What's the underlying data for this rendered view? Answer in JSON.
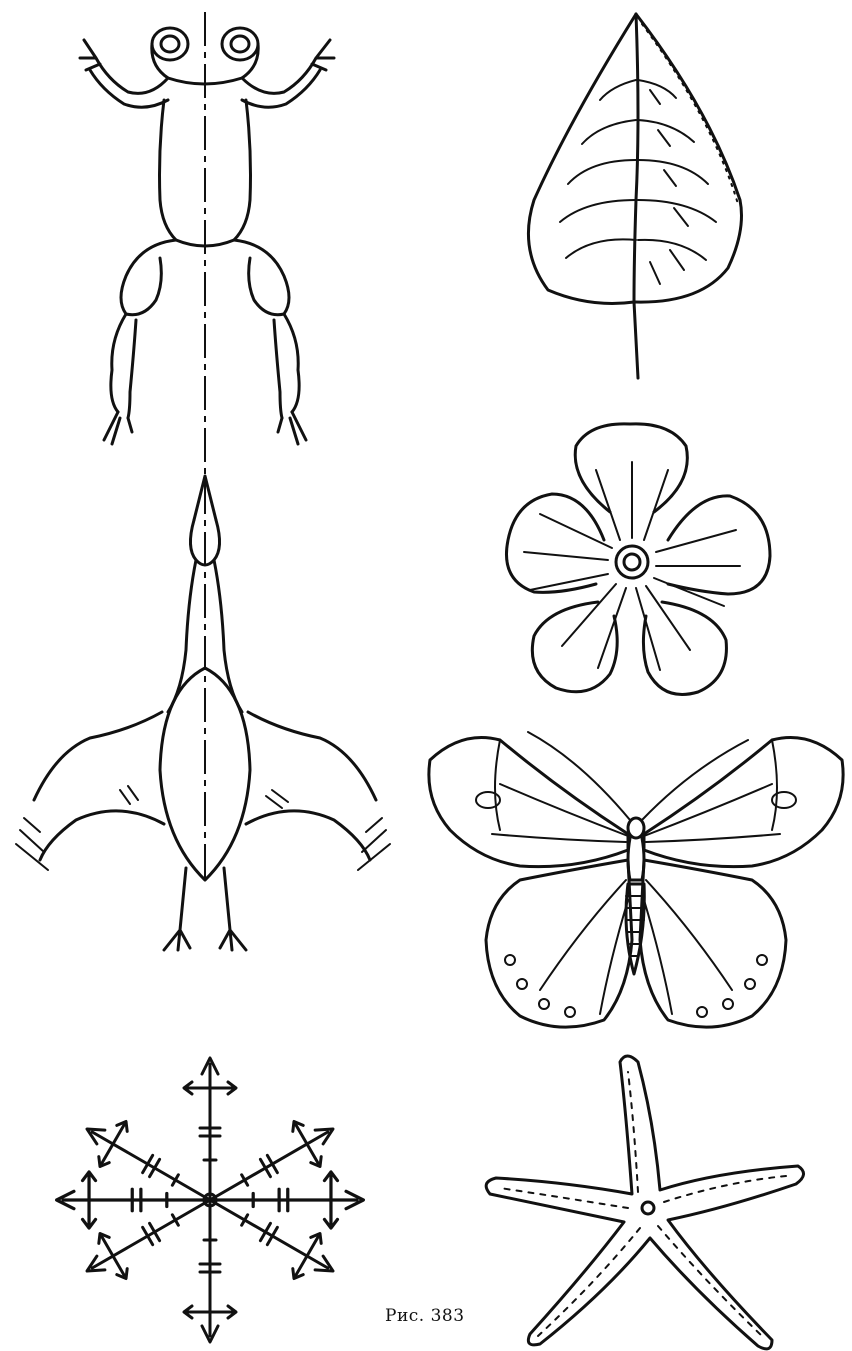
{
  "figure": {
    "caption": "Рис. 383",
    "drawings": [
      "frog",
      "leaf",
      "flower",
      "bird",
      "butterfly",
      "snowflake",
      "starfish"
    ],
    "ink_color": "#111111",
    "background": "#ffffff"
  }
}
